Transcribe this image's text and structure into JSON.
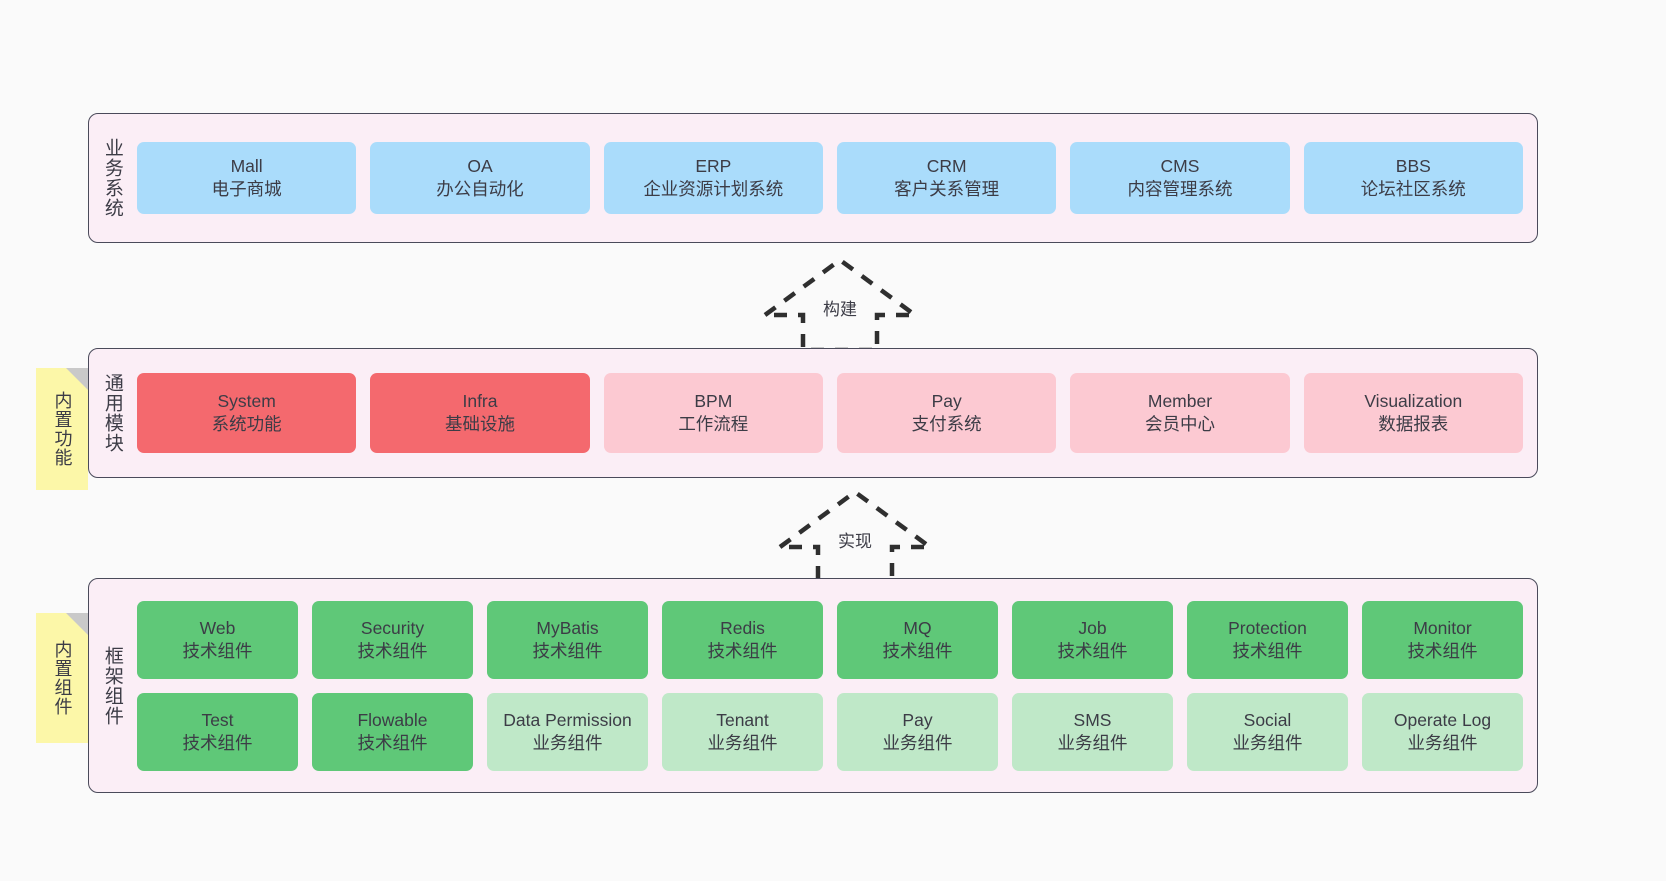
{
  "diagram": {
    "background": "#fafafa",
    "layers": [
      {
        "id": "business",
        "title": "业务系统",
        "note": null,
        "rows": [
          {
            "style": "blue",
            "cards": [
              {
                "name": "Mall",
                "desc": "电子商城"
              },
              {
                "name": "OA",
                "desc": "办公自动化"
              },
              {
                "name": "ERP",
                "desc": "企业资源计划系统"
              },
              {
                "name": "CRM",
                "desc": "客户关系管理"
              },
              {
                "name": "CMS",
                "desc": "内容管理系统"
              },
              {
                "name": "BBS",
                "desc": "论坛社区系统"
              }
            ]
          }
        ]
      },
      {
        "id": "common",
        "title": "通用模块",
        "note": "内置功能",
        "rows": [
          {
            "cards": [
              {
                "name": "System",
                "desc": "系统功能",
                "style": "red"
              },
              {
                "name": "Infra",
                "desc": "基础设施",
                "style": "red"
              },
              {
                "name": "BPM",
                "desc": "工作流程",
                "style": "pink"
              },
              {
                "name": "Pay",
                "desc": "支付系统",
                "style": "pink"
              },
              {
                "name": "Member",
                "desc": "会员中心",
                "style": "pink"
              },
              {
                "name": "Visualization",
                "desc": "数据报表",
                "style": "pink"
              }
            ]
          }
        ]
      },
      {
        "id": "framework",
        "title": "框架组件",
        "note": "内置组件",
        "rows": [
          {
            "cards": [
              {
                "name": "Web",
                "desc": "技术组件",
                "style": "green"
              },
              {
                "name": "Security",
                "desc": "技术组件",
                "style": "green"
              },
              {
                "name": "MyBatis",
                "desc": "技术组件",
                "style": "green"
              },
              {
                "name": "Redis",
                "desc": "技术组件",
                "style": "green"
              },
              {
                "name": "MQ",
                "desc": "技术组件",
                "style": "green"
              },
              {
                "name": "Job",
                "desc": "技术组件",
                "style": "green"
              },
              {
                "name": "Protection",
                "desc": "技术组件",
                "style": "green"
              },
              {
                "name": "Monitor",
                "desc": "技术组件",
                "style": "green"
              }
            ]
          },
          {
            "cards": [
              {
                "name": "Test",
                "desc": "技术组件",
                "style": "green"
              },
              {
                "name": "Flowable",
                "desc": "技术组件",
                "style": "green"
              },
              {
                "name": "Data Permission",
                "desc": "业务组件",
                "style": "lgreen"
              },
              {
                "name": "Tenant",
                "desc": "业务组件",
                "style": "lgreen"
              },
              {
                "name": "Pay",
                "desc": "业务组件",
                "style": "lgreen"
              },
              {
                "name": "SMS",
                "desc": "业务组件",
                "style": "lgreen"
              },
              {
                "name": "Social",
                "desc": "业务组件",
                "style": "lgreen"
              },
              {
                "name": "Operate Log",
                "desc": "业务组件",
                "style": "lgreen"
              }
            ]
          }
        ]
      }
    ],
    "arrows": [
      {
        "id": "build",
        "label": "构建"
      },
      {
        "id": "impl",
        "label": "实现"
      }
    ],
    "colors": {
      "blue": "#aadcfb",
      "red": "#f4696e",
      "pink": "#fcc9d2",
      "green": "#5fc878",
      "light_green": "#bfe8c8",
      "band": "#fbeef6",
      "band_border": "#4a4a5a",
      "note": "#fcf7a8",
      "note_fold": "#c9c9c9",
      "text": "#3c3c46"
    }
  }
}
